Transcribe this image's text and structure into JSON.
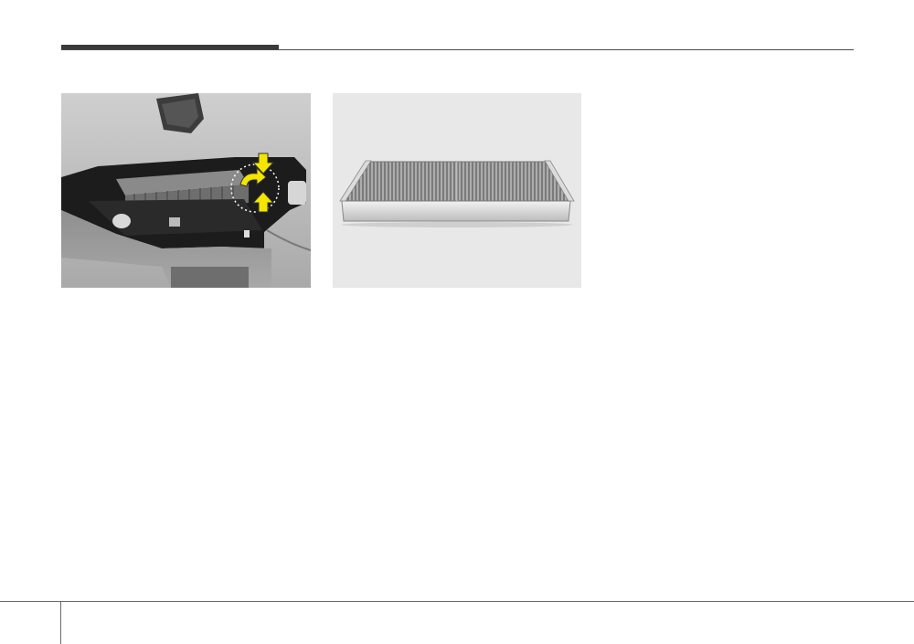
{
  "page": {
    "colors": {
      "rule": "#3a3a3a",
      "highlight_arrow": "#f5e600",
      "photo_bg": "#b9b9b9",
      "illustration_bg": "#e8e8e8"
    }
  },
  "figures": [
    {
      "name": "glove-box-filter-housing-photo",
      "icon": "yellow-arrow-icons"
    },
    {
      "name": "cabin-air-filter-illustration",
      "icon": "pleated-filter"
    }
  ]
}
